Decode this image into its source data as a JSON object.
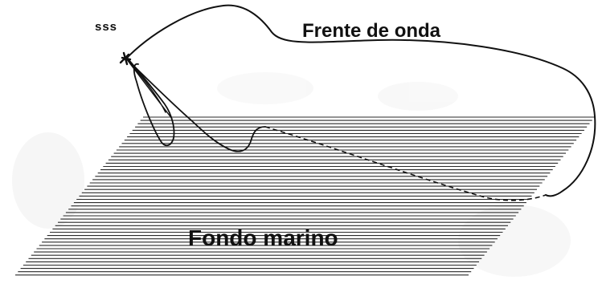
{
  "diagram": {
    "labels": {
      "sonar": "sss",
      "wavefront": "Frente de onda",
      "seafloor": "Fondo marino"
    },
    "colors": {
      "ink": "#111111",
      "hatch": "#2a2a2a",
      "background_smudge": "#ececec"
    }
  }
}
